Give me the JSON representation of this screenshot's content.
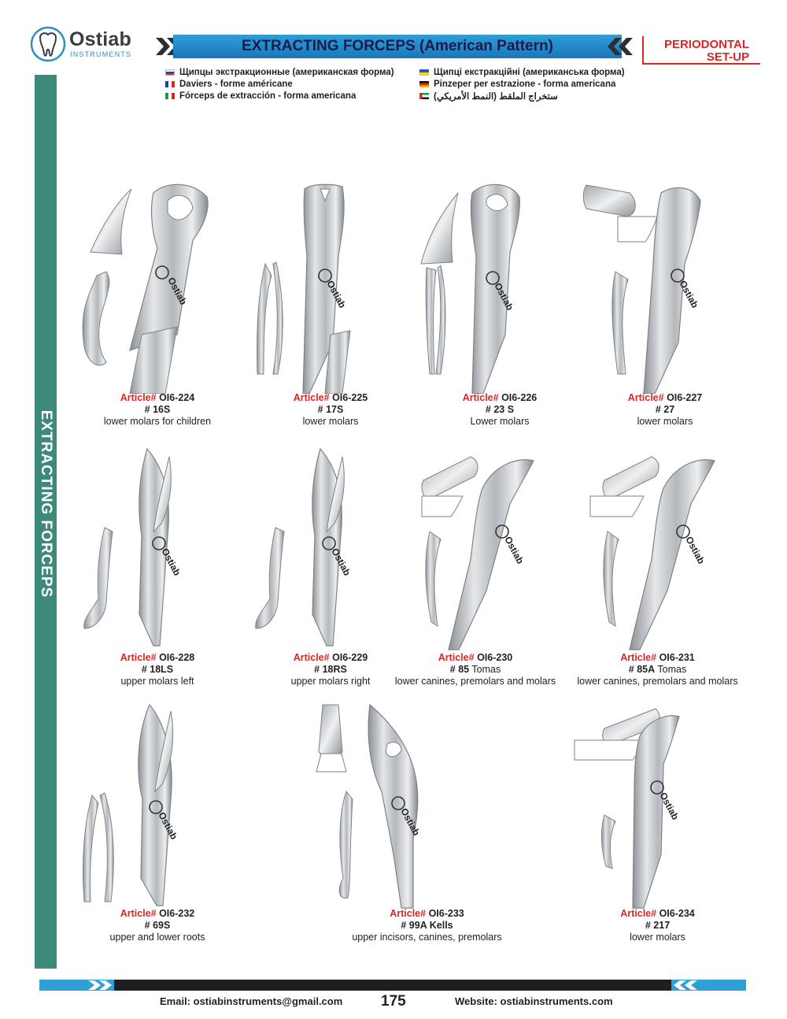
{
  "brand": {
    "name": "Ostiab",
    "subtitle": "INSTRUMENTS"
  },
  "header": {
    "title": "EXTRACTING FORCEPS (American Pattern)",
    "category_line1": "PERIODONTAL",
    "category_line2": "SET-UP"
  },
  "translations": [
    {
      "lang": "ru",
      "text": "Щипцы экстракционные (американская форма)"
    },
    {
      "lang": "fr",
      "text": "Daviers - forme américane"
    },
    {
      "lang": "it",
      "text": "Fórceps de extracción - forma americana"
    },
    {
      "lang": "ua",
      "text": "Щипці екстракційні (американська форма)"
    },
    {
      "lang": "de",
      "text": "Pinzeper per estrazione - forma americana"
    },
    {
      "lang": "ae",
      "text": "ستخراج الملقط (النمط الأمريكي)"
    }
  ],
  "sidebar": {
    "label": "EXTRACTING FORCEPS"
  },
  "article_label": "Article#",
  "engraving": "Ostiab",
  "products": [
    {
      "code": "OI6-224",
      "size": "# 16S",
      "size_extra": "",
      "desc": "lower molars for children"
    },
    {
      "code": "OI6-225",
      "size": "# 17S",
      "size_extra": "",
      "desc": "lower molars"
    },
    {
      "code": "OI6-226",
      "size": "# 23 S",
      "size_extra": "",
      "desc": "Lower molars"
    },
    {
      "code": "OI6-227",
      "size": "# 27",
      "size_extra": "",
      "desc": "lower molars"
    },
    {
      "code": "OI6-228",
      "size": "# 18LS",
      "size_extra": "",
      "desc": "upper molars left"
    },
    {
      "code": "OI6-229",
      "size": "# 18RS",
      "size_extra": "",
      "desc": "upper molars right"
    },
    {
      "code": "OI6-230",
      "size": "# 85",
      "size_extra": " Tomas",
      "desc": "lower canines, premolars and molars"
    },
    {
      "code": "OI6-231",
      "size": "# 85A",
      "size_extra": "  Tomas",
      "desc": "lower canines, premolars  and molars"
    },
    {
      "code": "OI6-232",
      "size": "# 69S",
      "size_extra": "",
      "desc": "upper and lower roots"
    },
    {
      "code": "OI6-233",
      "size": "# 99A Kells",
      "size_extra": "",
      "desc": "upper incisors, canines, premolars"
    },
    {
      "code": "OI6-234",
      "size": "# 217",
      "size_extra": "",
      "desc": "lower molars"
    }
  ],
  "footer": {
    "email": "Email: ostiabinstruments@gmail.com",
    "page": "175",
    "website": "Website: ostiabinstruments.com"
  },
  "colors": {
    "accent_blue": "#1f86c6",
    "accent_red": "#d92727",
    "sidebar_green": "#3e8a7a",
    "title_text": "#1b1b4d"
  }
}
